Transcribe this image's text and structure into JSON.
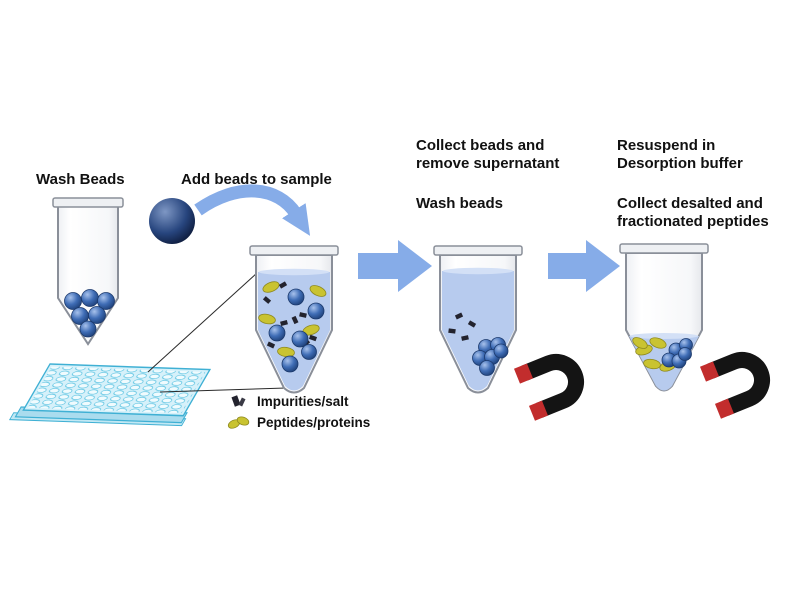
{
  "diagram": {
    "steps": [
      {
        "id": "wash-beads",
        "label": "Wash Beads"
      },
      {
        "id": "add-beads",
        "label": "Add beads to sample"
      },
      {
        "id": "collect-and-wash",
        "label": "Collect beads and remove supernatant",
        "sublabel": "Wash beads"
      },
      {
        "id": "resuspend-and-collect",
        "label": "Resuspend in Desorption buffer",
        "sublabel": "Collect desalted and fractionated peptides"
      }
    ],
    "legend": [
      {
        "icon": "impurity-icon",
        "label": "Impurities/salt"
      },
      {
        "icon": "peptide-icon",
        "label": "Peptides/proteins"
      }
    ],
    "colors": {
      "arrow_blue": "#86ace8",
      "liquid_blue": "#b7cbee",
      "bead_blue": "#2f5da8",
      "sphere_navy": "#16305e",
      "peptide_yellow": "#c9c331",
      "impurity_dark": "#23232e",
      "magnet_black": "#141414",
      "magnet_tip_red": "#c22d2d",
      "plate_blue": "#d6f1fa",
      "text": "#111111"
    }
  }
}
